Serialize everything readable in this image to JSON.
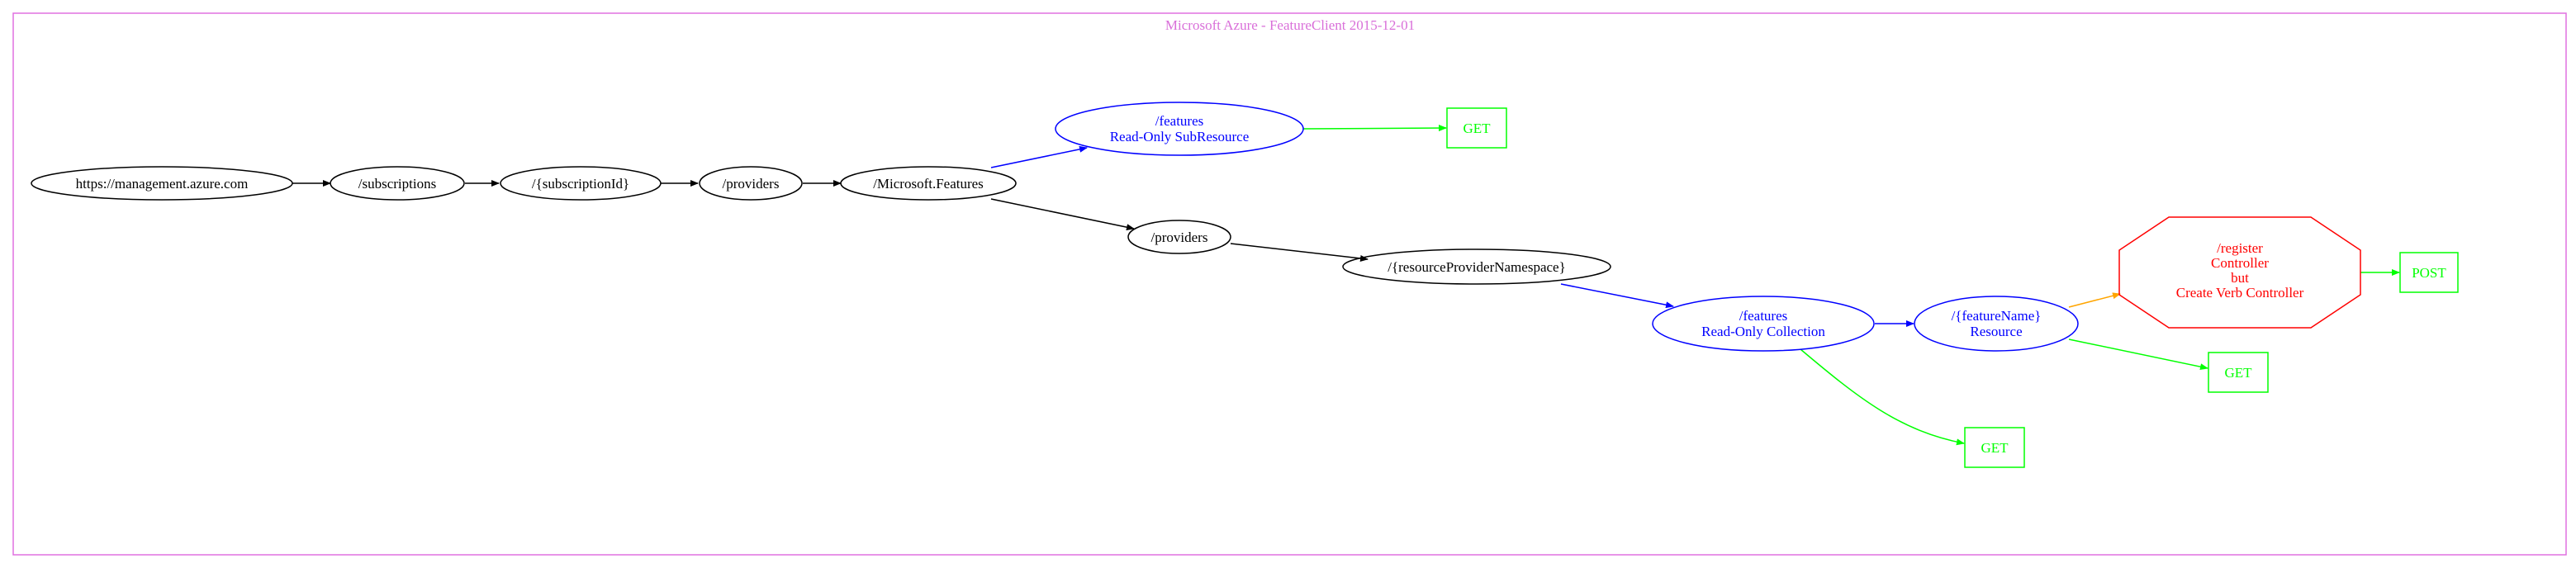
{
  "title": "Microsoft Azure - FeatureClient 2015-12-01",
  "colors": {
    "frame": "#e070e0",
    "title": "#d96fd9",
    "black": "#000000",
    "blue": "#0000ff",
    "green": "#00ff00",
    "red": "#ff0000",
    "orange": "#ffa500"
  },
  "nodes": {
    "root": {
      "lines": [
        "https://management.azure.com"
      ]
    },
    "subscriptions": {
      "lines": [
        "/subscriptions"
      ]
    },
    "subscription_id": {
      "lines": [
        "/{subscriptionId}"
      ]
    },
    "providers_1": {
      "lines": [
        "/providers"
      ]
    },
    "microsoft_features": {
      "lines": [
        "/Microsoft.Features"
      ]
    },
    "features_subresource": {
      "lines": [
        "/features",
        "Read-Only SubResource"
      ]
    },
    "get_subresource": {
      "lines": [
        "GET"
      ]
    },
    "providers_2": {
      "lines": [
        "/providers"
      ]
    },
    "resource_provider_namespace": {
      "lines": [
        "/{resourceProviderNamespace}"
      ]
    },
    "features_collection": {
      "lines": [
        "/features",
        "Read-Only Collection"
      ]
    },
    "feature_name": {
      "lines": [
        "/{featureName}",
        "Resource"
      ]
    },
    "register": {
      "lines": [
        "/register",
        "Controller",
        "but",
        "Create Verb Controller"
      ]
    },
    "post_register": {
      "lines": [
        "POST"
      ]
    },
    "get_feature": {
      "lines": [
        "GET"
      ]
    },
    "get_collection": {
      "lines": [
        "GET"
      ]
    }
  }
}
